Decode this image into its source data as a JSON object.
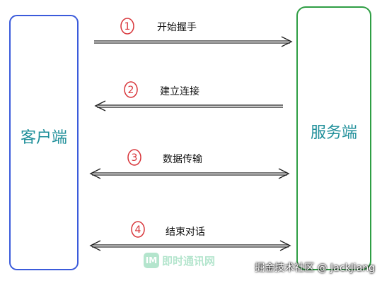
{
  "nodes": {
    "client": {
      "label": "客户端",
      "color": "#3b5bdb"
    },
    "server": {
      "label": "服务端",
      "color": "#2f9e44"
    }
  },
  "steps": [
    {
      "number": "1",
      "label": "开始握手",
      "direction": "client-to-server"
    },
    {
      "number": "2",
      "label": "建立连接",
      "direction": "server-to-client"
    },
    {
      "number": "3",
      "label": "数据传输",
      "direction": "both"
    },
    {
      "number": "4",
      "label": "结束对话",
      "direction": "both"
    }
  ],
  "watermark": {
    "logo_text": "即时通讯网",
    "credit": "掘金技术社区 @ JackJiang"
  },
  "colors": {
    "label_text": "#1f8f9a",
    "step_circle": "#d8353a",
    "arrow": "#222222"
  }
}
